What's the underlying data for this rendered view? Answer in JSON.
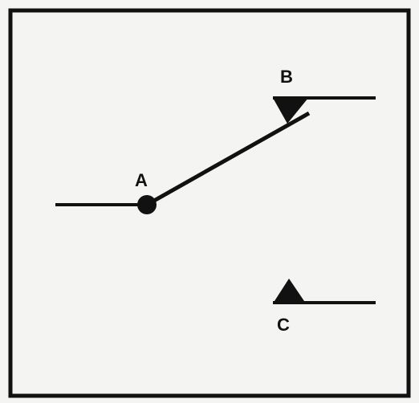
{
  "diagram": {
    "labels": {
      "a": "A",
      "b": "B",
      "c": "C"
    },
    "colors": {
      "ink": "#111111",
      "paper": "#f4f4f2"
    },
    "symbols": {
      "a": "filled-circle-pivot",
      "b": "inverted-filled-triangle",
      "c": "upright-filled-triangle"
    }
  }
}
